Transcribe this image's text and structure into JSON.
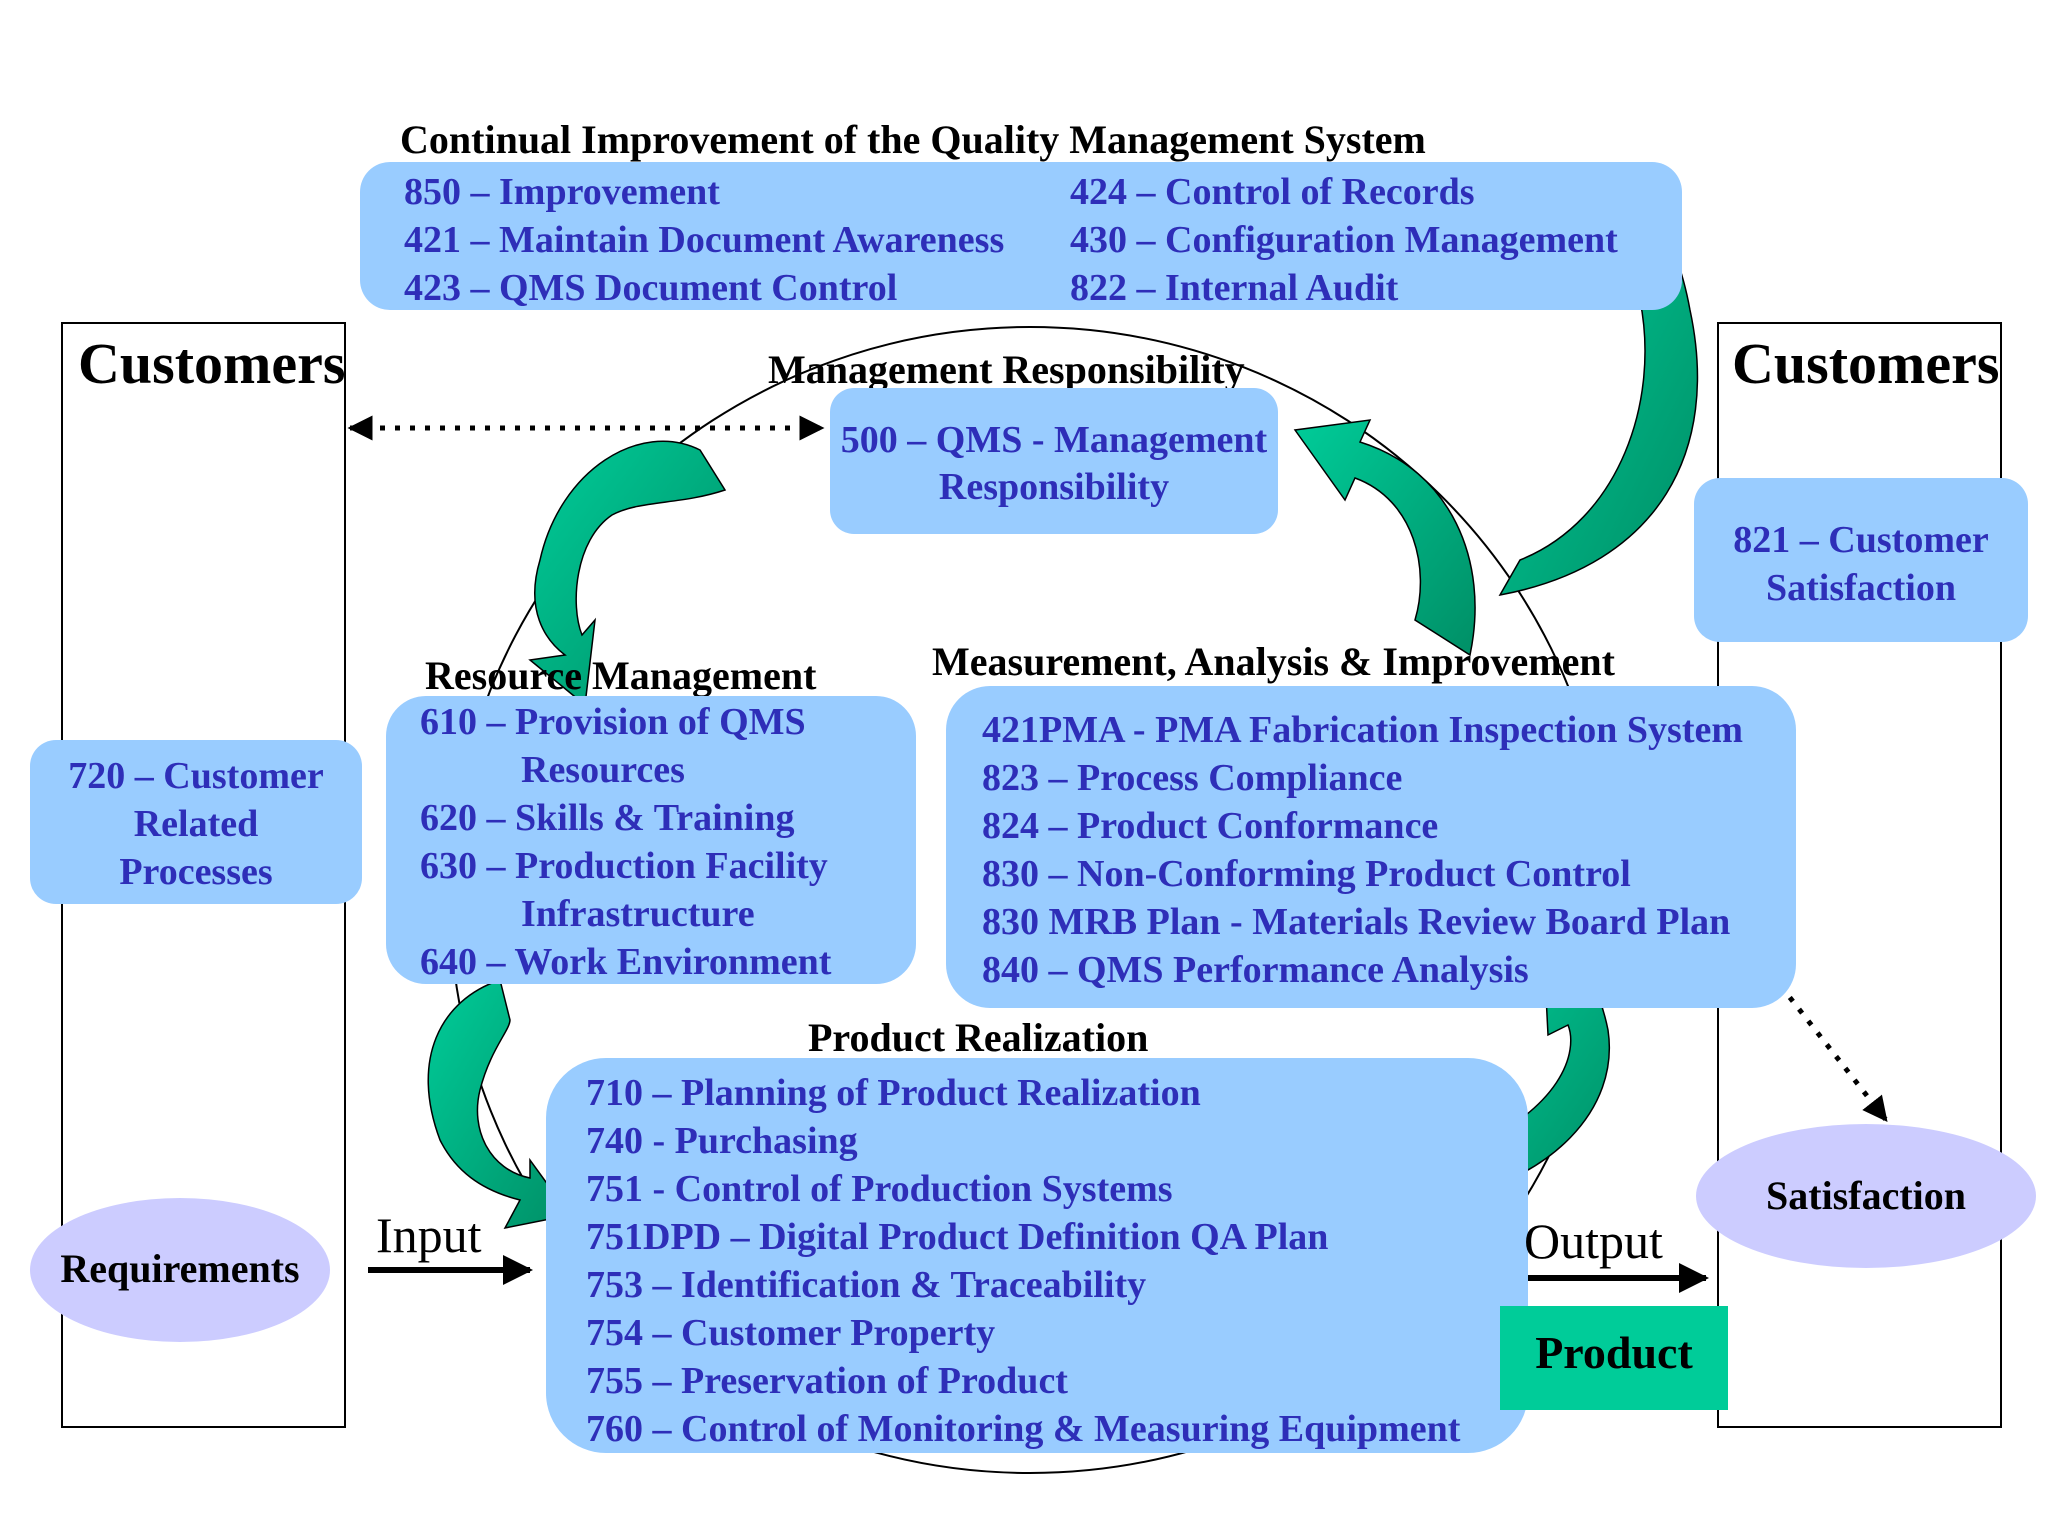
{
  "customers_left": "Customers",
  "customers_right": "Customers",
  "continual": {
    "heading": "Continual Improvement of the Quality Management System",
    "left": [
      "850 – Improvement",
      "421 – Maintain Document Awareness",
      "423 – QMS Document Control"
    ],
    "right": [
      "424 – Control of Records",
      "430 – Configuration Management",
      "822 – Internal Audit"
    ]
  },
  "management": {
    "heading": "Management Responsibility",
    "lines": [
      "500 – QMS - Management",
      "Responsibility"
    ]
  },
  "customer_satisfaction": {
    "lines": [
      "821 – Customer",
      "Satisfaction"
    ]
  },
  "customer_related": {
    "lines": [
      "720 – Customer",
      "Related",
      "Processes"
    ]
  },
  "resource": {
    "heading": "Resource Management",
    "lines": [
      "610 – Provision of QMS",
      "Resources",
      "620 – Skills & Training",
      "630 – Production Facility",
      "Infrastructure",
      "640 – Work Environment"
    ]
  },
  "measurement": {
    "heading": "Measurement, Analysis & Improvement",
    "lines": [
      "421PMA - PMA Fabrication Inspection System",
      "823 – Process Compliance",
      "824 – Product Conformance",
      "830 – Non-Conforming Product Control",
      "830 MRB Plan - Materials Review Board Plan",
      "840 – QMS Performance Analysis"
    ]
  },
  "product_realization": {
    "heading": "Product Realization",
    "lines": [
      "710 – Planning of Product Realization",
      "740 - Purchasing",
      "751 - Control of Production Systems",
      "751DPD – Digital Product Definition QA Plan",
      "753 – Identification & Traceability",
      "754 – Customer Property",
      "755 – Preservation of Product",
      "760 – Control of Monitoring & Measuring Equipment"
    ]
  },
  "requirements": "Requirements",
  "satisfaction": "Satisfaction",
  "input": "Input",
  "output": "Output",
  "product": "Product",
  "colors": {
    "box_fill": "#99ccff",
    "box_text": "#2e2eb8",
    "ellipse_fill": "#ccccff",
    "product_fill": "#00cc99",
    "arrow_fill_light": "#00cc99",
    "arrow_fill_dark": "#009966"
  }
}
